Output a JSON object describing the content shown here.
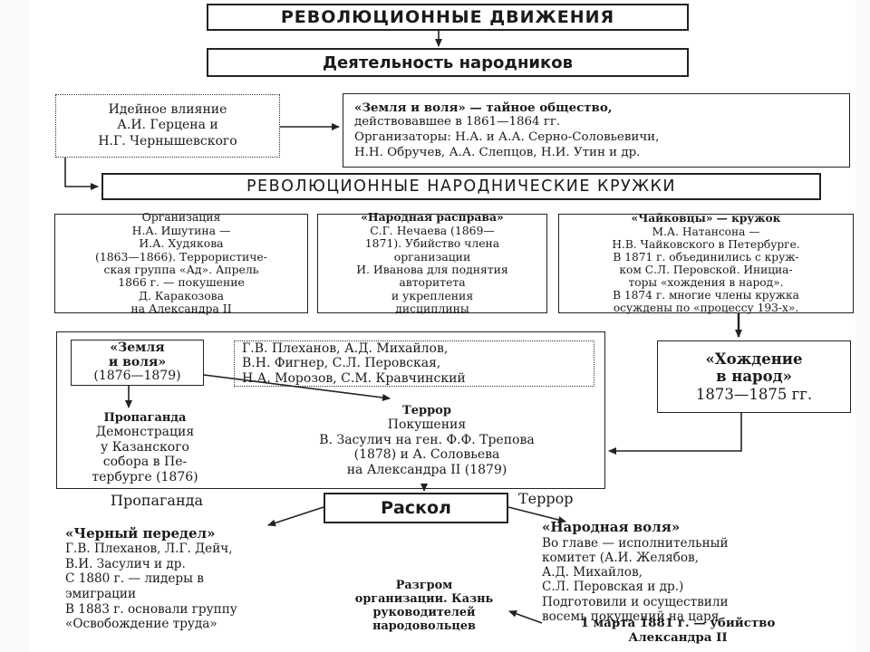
{
  "title1": "РЕВОЛЮЦИОННЫЕ ДВИЖЕНИЯ",
  "title2": "Деятельность народников",
  "influence": [
    "Идейное влияние",
    "А.И. Герцена и",
    "Н.Г. Чернышевского"
  ],
  "zemlya1": [
    "«Земля и воля» — тайное общество,",
    "действовавшее в 1861—1864 гг.",
    "Организаторы: Н.А. и А.А. Серно-Соловьевичи,",
    "Н.Н. Обручев, А.А. Слепцов, Н.И. Утин и др."
  ],
  "circles_title": "РЕВОЛЮЦИОННЫЕ НАРОДНИЧЕСКИЕ КРУЖКИ",
  "ishutin": [
    "Организация",
    "Н.А. Ишутина —",
    "И.А. Худякова",
    "(1863—1866). Террористиче-",
    "ская группа «Ад». Апрель",
    "1866 г. — покушение",
    "Д. Каракозова",
    "на Александра II"
  ],
  "nechaev": [
    "«Народная расправа»",
    "С.Г. Нечаева (1869—",
    "1871). Убийство члена",
    "организации",
    "И. Иванова для поднятия",
    "авторитета",
    "и укрепления",
    "дисциплины"
  ],
  "chaikovtsy": [
    "«Чайковцы» — кружок",
    "М.А. Натансона —",
    "Н.В. Чайковского в Петербурге.",
    "В 1871 г. объединились с круж-",
    "ком С.Л. Перовской. Инициа-",
    "торы «хождения в народ».",
    "В 1874 г. многие члены кружка",
    "осуждены по «процессу 193-х»."
  ],
  "zemlya2": [
    "«Земля",
    "и воля»",
    "(1876—1879)"
  ],
  "members": [
    "Г.В. Плеханов, А.Д. Михайлов,",
    "В.Н. Фигнер, С.Л. Перовская,",
    "Н.А. Морозов, С.М. Кравчинский"
  ],
  "going": [
    "«Хождение",
    "в народ»",
    "1873—1875 гг."
  ],
  "propaganda1": {
    "heading": "Пропаганда",
    "lines": [
      "Демонстрация",
      "у Казанского",
      "собора в Пе-",
      "тербурге (1876)"
    ]
  },
  "terror1": {
    "heading": "Террор",
    "lines": [
      "Покушения",
      "В. Засулич на ген. Ф.Ф. Трепова",
      "(1878) и А. Соловьева",
      "на Александра II (1879)"
    ]
  },
  "split": "Раскол",
  "propaganda2": "Пропаганда",
  "terror2": "Террор",
  "chorny": [
    "«Черный передел»",
    "Г.В. Плеханов, Л.Г. Дейч,",
    "В.И. Засулич и др.",
    "С 1880 г. — лидеры в",
    "эмиграции",
    "В 1883 г. основали группу",
    "«Освобождение труда»"
  ],
  "narodnaya": [
    "«Народная воля»",
    "Во главе — исполнительный",
    "комитет (А.И. Желябов,",
    "А.Д. Михайлов,",
    "С.Л. Перовская и др.)",
    "Подготовили и осуществили",
    "восемь покушений на царя"
  ],
  "razgrom": [
    "Разгром",
    "организации. Казнь",
    "руководителей",
    "народовольцев"
  ],
  "march1": [
    "1 марта 1881 г. — убийство",
    "Александра II"
  ]
}
